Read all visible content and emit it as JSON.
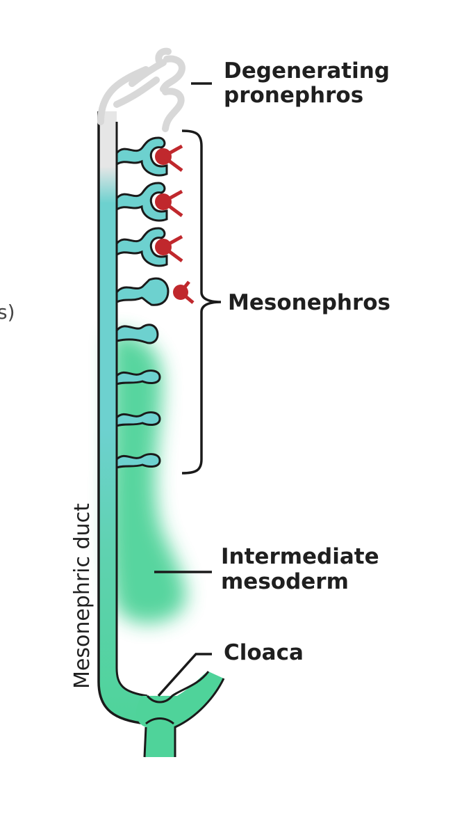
{
  "labels": {
    "pronephros_line1": "Degenerating",
    "pronephros_line2": "pronephros",
    "mesonephros": "Mesonephros",
    "intermediate_line1": "Intermediate",
    "intermediate_line2": "mesoderm",
    "cloaca": "Cloaca",
    "duct": "Mesonephric duct",
    "cropped_left_text": "s)"
  },
  "colors": {
    "duct": "#6dd1cf",
    "mesoderm": "#4fd39a",
    "glomerulus": "#c0282d",
    "pronephros": "#e2e2e2",
    "outline": "#1a1a1a"
  },
  "icons": {
    "glomerulus": "red-capillary-tuft",
    "tubule": "s-shaped-tubule"
  }
}
